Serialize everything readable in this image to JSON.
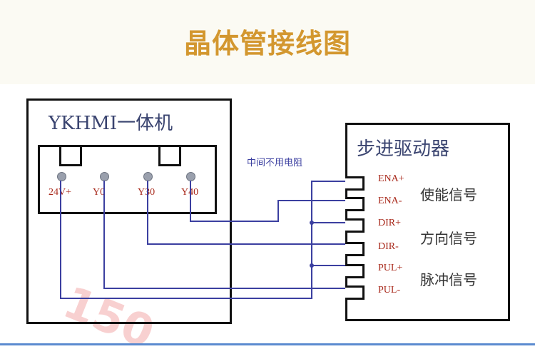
{
  "title": "晶体管接线图",
  "hmi": {
    "title": "YKHMI一体机",
    "terminals": [
      "24V+",
      "Y0",
      "Y30",
      "Y40"
    ]
  },
  "driver": {
    "title": "步进驱动器",
    "terminals": [
      "ENA+",
      "ENA-",
      "DIR+",
      "DIR-",
      "PUL+",
      "PUL-"
    ],
    "signals": [
      "使能信号",
      "方向信号",
      "脉冲信号"
    ]
  },
  "note": "中间不用电阻",
  "watermark": "150",
  "colors": {
    "title": "#d3972f",
    "wire": "#3b3fa0",
    "terminal_text": "#a8281a"
  }
}
